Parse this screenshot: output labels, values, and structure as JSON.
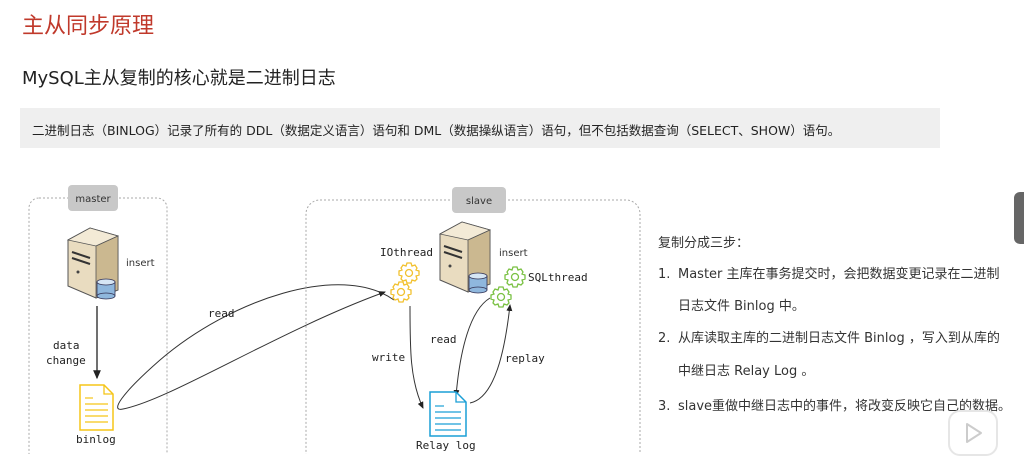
{
  "title": "主从同步原理",
  "subtitle": "MySQL主从复制的核心就是二进制日志",
  "note": "二进制日志（BINLOG）记录了所有的 DDL（数据定义语言）语句和 DML（数据操纵语言）语句，但不包括数据查询（SELECT、SHOW）语句。",
  "diagram": {
    "master_label": "master",
    "slave_label": "slave",
    "master_insert": "insert",
    "slave_insert": "insert",
    "data_change": [
      "data",
      "change"
    ],
    "binlog": "binlog",
    "read": "read",
    "iothread": "IOthread",
    "sqlthread": "SQLthread",
    "write": "write",
    "read2": "read",
    "replay": "replay",
    "relay_log": "Relay log",
    "colors": {
      "binlog": "#f5c518",
      "relay": "#1a9fd6",
      "io_gear": "#f2c12e",
      "sql_gear": "#7ac143"
    }
  },
  "steps": {
    "heading": "复制分成三步：",
    "items": [
      {
        "num": "1.",
        "lines": [
          "Master 主库在事务提交时，会把数据变更记录在二进制",
          "日志文件 Binlog 中。"
        ]
      },
      {
        "num": "2.",
        "lines": [
          "从库读取主库的二进制日志文件 Binlog ，写入到从库的",
          "中继日志 Relay Log 。"
        ]
      },
      {
        "num": "3.",
        "lines": [
          "slave重做中继日志中的事件，将改变反映它自己的数据。"
        ]
      }
    ]
  }
}
